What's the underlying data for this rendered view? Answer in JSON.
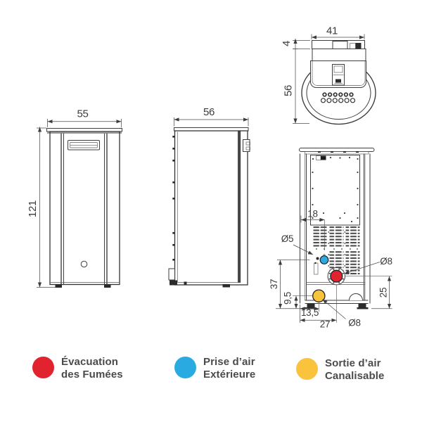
{
  "colors": {
    "flue_red": "#e0232e",
    "air_blue": "#29abe2",
    "duct_yellow": "#f9c33c",
    "line": "#3e3e40",
    "text": "#4b4b4d"
  },
  "views": {
    "top": {
      "dim_width": "41",
      "dim_lip": "4",
      "dim_depth": "56"
    },
    "front": {
      "dim_width": "55",
      "dim_height": "121"
    },
    "side": {
      "dim_depth": "56"
    },
    "back": {
      "dim_air_offset": "18",
      "dim_air_diameter": "Ø5",
      "dim_flue_diameter": "Ø8",
      "dim_duct_diameter": "Ø8",
      "dim_air_height": "37",
      "dim_duct_height": "9,5",
      "dim_duct_offset": "13,5",
      "dim_flue_offset": "27",
      "dim_flue_height": "25"
    }
  },
  "legend": {
    "items": [
      {
        "id": "flue",
        "color": "#e0232e",
        "line1": "Évacuation",
        "line2": "des Fumées"
      },
      {
        "id": "air-intake",
        "color": "#29abe2",
        "line1": "Prise d’air",
        "line2": "Extérieure"
      },
      {
        "id": "ductable-air",
        "color": "#f9c33c",
        "line1": "Sortie d’air",
        "line2": "Canalisable"
      }
    ]
  }
}
